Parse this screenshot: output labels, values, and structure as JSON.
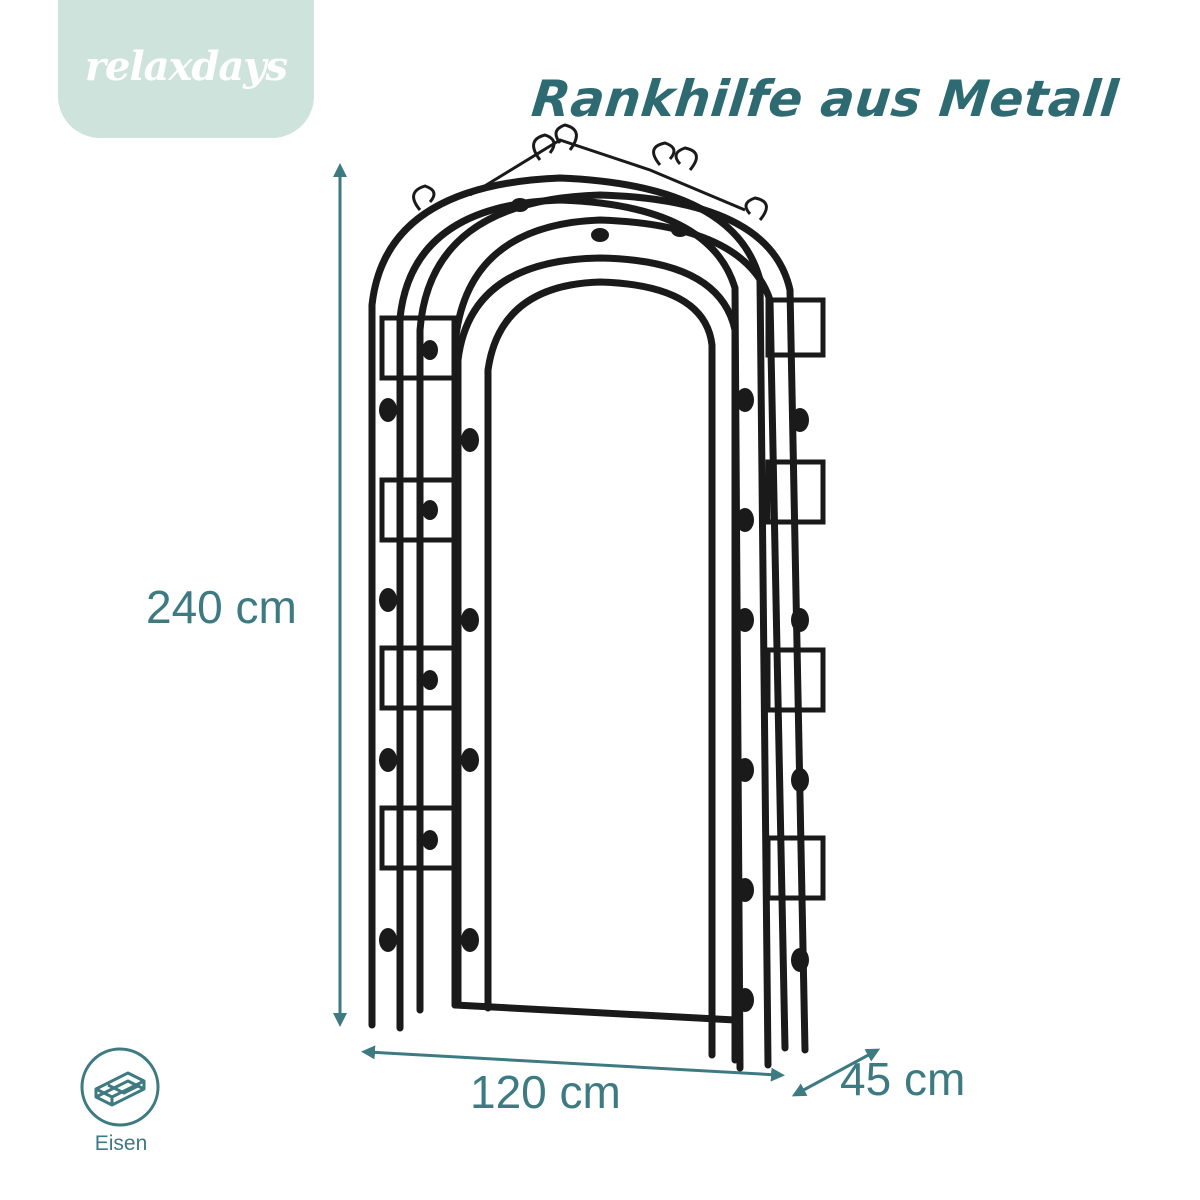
{
  "brand": {
    "logo_text": "relaxdays"
  },
  "headline": "Rankhilfe aus Metall",
  "dimensions": {
    "height": "240 cm",
    "width": "120 cm",
    "depth": "45 cm"
  },
  "material": {
    "label": "Eisen",
    "icon": "iron-ingot-icon"
  },
  "colors": {
    "accent": "#3d7a82",
    "badge": "#cfe3dd",
    "metal": "#1a1a1a"
  }
}
